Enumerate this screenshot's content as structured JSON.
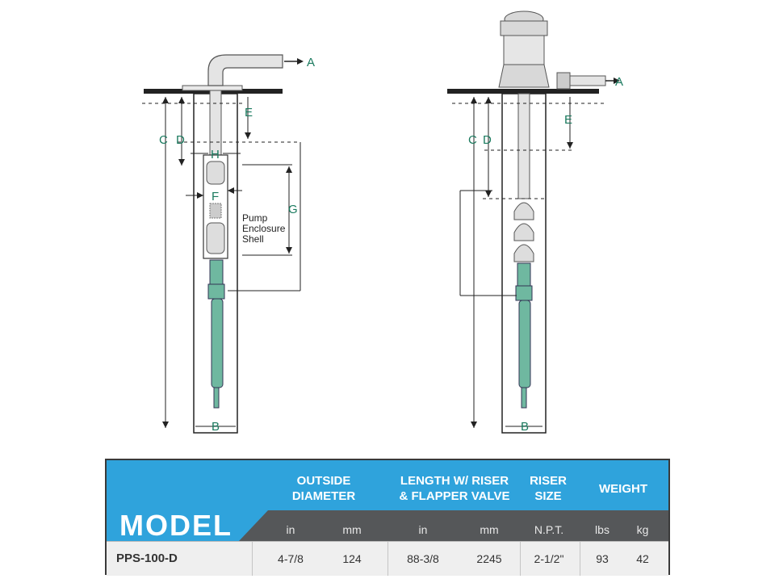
{
  "diagram": {
    "left_labels": [
      "A",
      "B",
      "C",
      "D",
      "E",
      "F",
      "G",
      "H"
    ],
    "right_labels": [
      "A",
      "B",
      "C",
      "D",
      "E"
    ],
    "callout_lines": [
      "Pump",
      "Enclosure",
      "Shell"
    ]
  },
  "colors": {
    "accent_blue": "#2fa3dc",
    "header_gray": "#555759",
    "pump_green": "#6fb8a0",
    "label_green": "#1a7a5e"
  },
  "table": {
    "model_title": "MODEL",
    "headers": {
      "outside_diameter": [
        "OUTSIDE",
        "DIAMETER"
      ],
      "length": [
        "LENGTH W/ RISER",
        "& FLAPPER VALVE"
      ],
      "riser": [
        "RISER",
        "SIZE"
      ],
      "weight": "WEIGHT"
    },
    "units": [
      "in",
      "mm",
      "in",
      "mm",
      "N.P.T.",
      "lbs",
      "kg"
    ],
    "rows": [
      {
        "model": "PPS-100-D",
        "values": [
          "4-7/8",
          "124",
          "88-3/8",
          "2245",
          "2-1/2\"",
          "93",
          "42"
        ]
      }
    ]
  }
}
